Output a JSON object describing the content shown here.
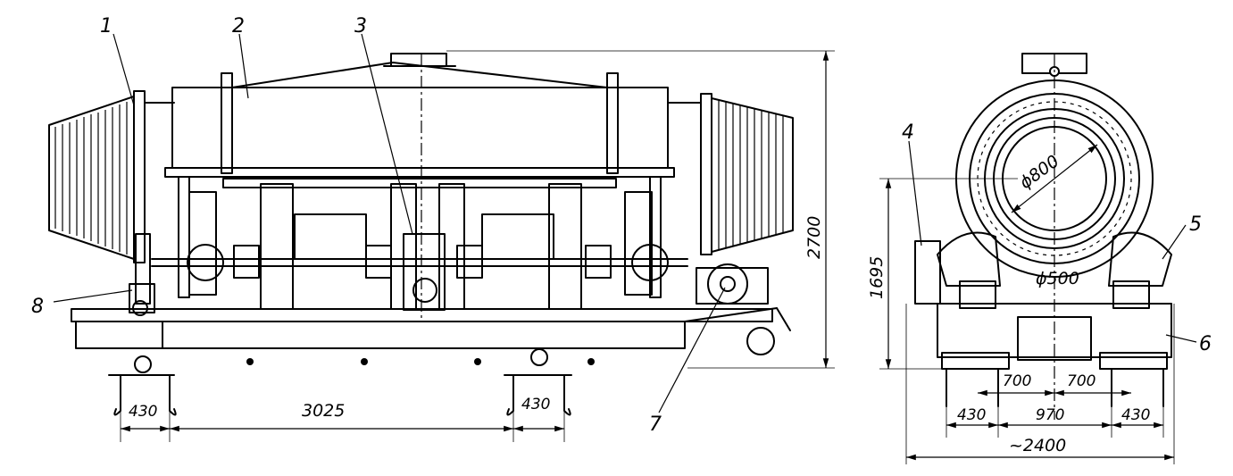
{
  "callouts": [
    "1",
    "2",
    "3",
    "4",
    "5",
    "6",
    "7",
    "8"
  ],
  "dimensions": {
    "height_total": "2700",
    "height_axis": "1695",
    "side_wheel_gauge_left": "430",
    "side_wheelbase": "3025",
    "side_wheel_gauge_right": "430",
    "tube_outer_dia": "ϕ800",
    "tube_inner_dia": "ϕ500",
    "front_half_left": "700",
    "front_half_right": "700",
    "front_gauge_left": "430",
    "front_center": "970",
    "front_gauge_right": "430",
    "front_overall_width": "~2400"
  }
}
